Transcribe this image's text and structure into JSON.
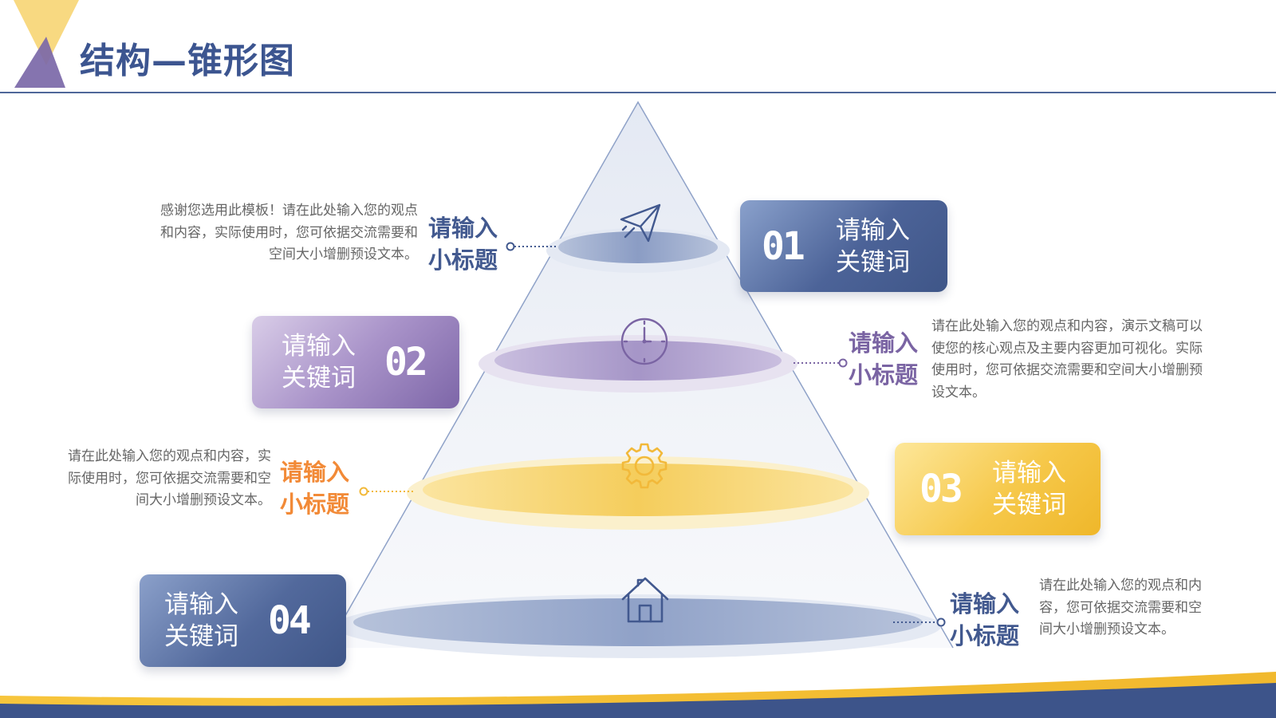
{
  "title": "结构—锥形图",
  "colors": {
    "blue": "#42598f",
    "purple": "#7a64a3",
    "orange": "#f28a37",
    "yellow": "#f4c23f"
  },
  "levels": [
    {
      "number": "01",
      "keyword": [
        "请输入",
        "关键词"
      ],
      "subtitle": [
        "请输入",
        "小标题"
      ],
      "description": "感谢您选用此模板！请在此处输入您的观点和内容，实际使用时，您可依据交流需要和空间大小增删预设文本。",
      "icon": "paper-plane-icon"
    },
    {
      "number": "02",
      "keyword": [
        "请输入",
        "关键词"
      ],
      "subtitle": [
        "请输入",
        "小标题"
      ],
      "description": "请在此处输入您的观点和内容，演示文稿可以使您的核心观点及主要内容更加可视化。实际使用时，您可依据交流需要和空间大小增删预设文本。",
      "icon": "clock-icon"
    },
    {
      "number": "03",
      "keyword": [
        "请输入",
        "关键词"
      ],
      "subtitle": [
        "请输入",
        "小标题"
      ],
      "description": "请在此处输入您的观点和内容，实际使用时，您可依据交流需要和空间大小增删预设文本。",
      "icon": "gear-icon"
    },
    {
      "number": "04",
      "keyword": [
        "请输入",
        "关键词"
      ],
      "subtitle": [
        "请输入",
        "小标题"
      ],
      "description": "请在此处输入您的观点和内容，您可依据交流需要和空间大小增删预设文本。",
      "icon": "house-icon"
    }
  ]
}
